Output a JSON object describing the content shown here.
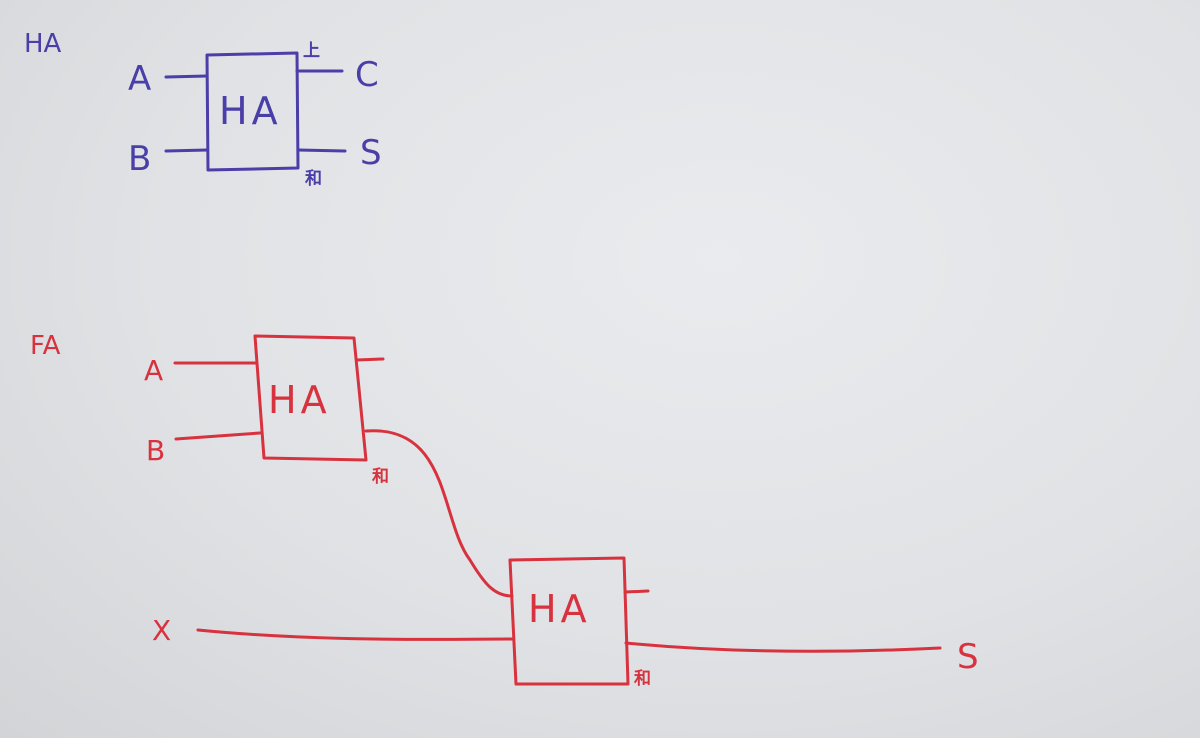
{
  "colors": {
    "blue_ink": "#4a3ea8",
    "red_ink": "#d8323e"
  },
  "ha_section": {
    "title": "HA",
    "input_a": "A",
    "input_b": "B",
    "box_label": "HA",
    "output_c": "C",
    "output_s": "S",
    "carry_mark": "上",
    "sum_mark": "和"
  },
  "fa_section": {
    "title": "FA",
    "input_a": "A",
    "input_b": "B",
    "input_x": "X",
    "ha1_label": "HA",
    "ha1_sum_mark": "和",
    "ha2_label": "HA",
    "ha2_sum_mark": "和",
    "output_s": "S"
  }
}
